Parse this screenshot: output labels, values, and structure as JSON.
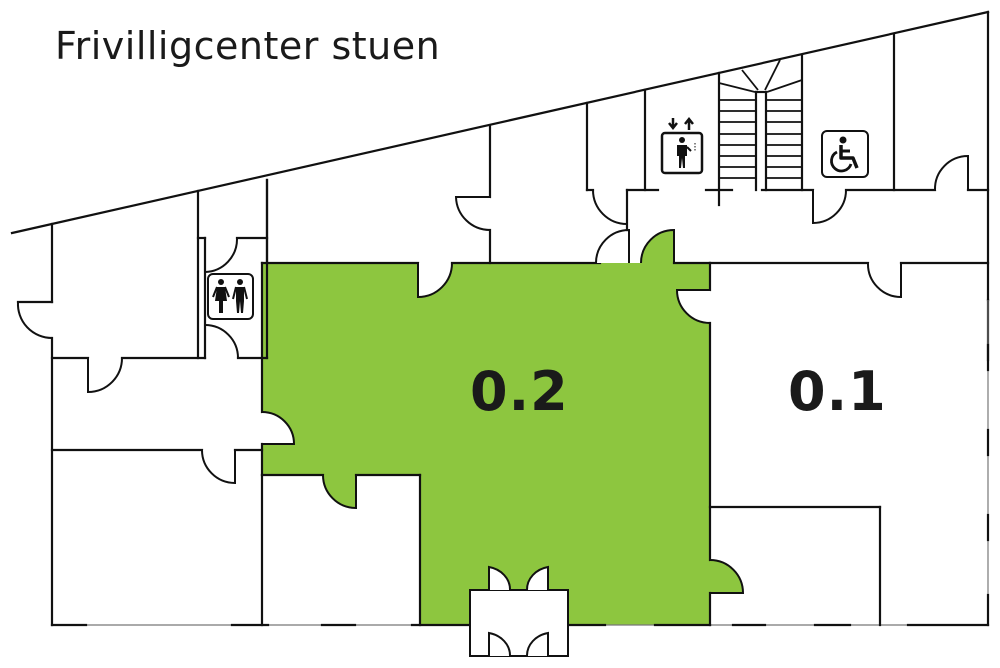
{
  "title": "Frivilligcenter stuen",
  "rooms": [
    {
      "id": "0.2",
      "label": "0.2",
      "highlighted": true,
      "fill": "#8dc63f"
    },
    {
      "id": "0.1",
      "label": "0.1",
      "highlighted": false,
      "fill": "#ffffff"
    }
  ],
  "icons": {
    "elevator": "elevator-icon",
    "wheelchair": "wheelchair-access-icon",
    "toilets": "toilet-icon",
    "stairs": "stairs-icon"
  },
  "colors": {
    "highlight": "#8dc63f",
    "wall": "#111111",
    "background": "#ffffff",
    "text": "#1a1a1a"
  }
}
